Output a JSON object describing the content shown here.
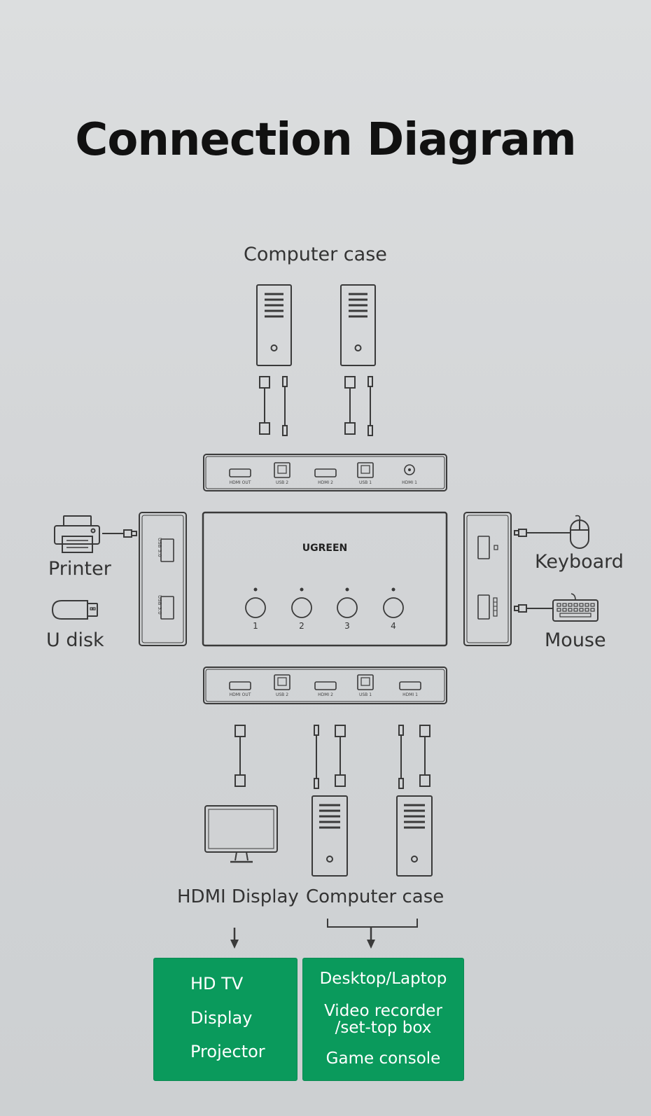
{
  "title": "Connection Diagram",
  "labels": {
    "computer_case_top": "Computer case",
    "printer": "Printer",
    "u_disk": "U disk",
    "keyboard": "Keyboard",
    "mouse": "Mouse",
    "hdmi_display": "HDMI Display",
    "computer_case_bottom": "Computer case"
  },
  "device": {
    "brand": "UGREEN",
    "buttons": [
      "1",
      "2",
      "3",
      "4"
    ],
    "ports": [
      "HDMI OUT",
      "USB 2",
      "HDMI 2",
      "USB 1",
      "HDMI 1"
    ],
    "side_port_label": "USB 3.0"
  },
  "display_box": {
    "items": [
      "HD TV",
      "Display",
      "Projector"
    ]
  },
  "computer_box": {
    "items": [
      "Desktop/Laptop",
      "Video recorder",
      "/set-top box",
      "Game console"
    ]
  },
  "colors": {
    "accent_green": "#0a9a5c",
    "line": "#3a3a3a"
  }
}
